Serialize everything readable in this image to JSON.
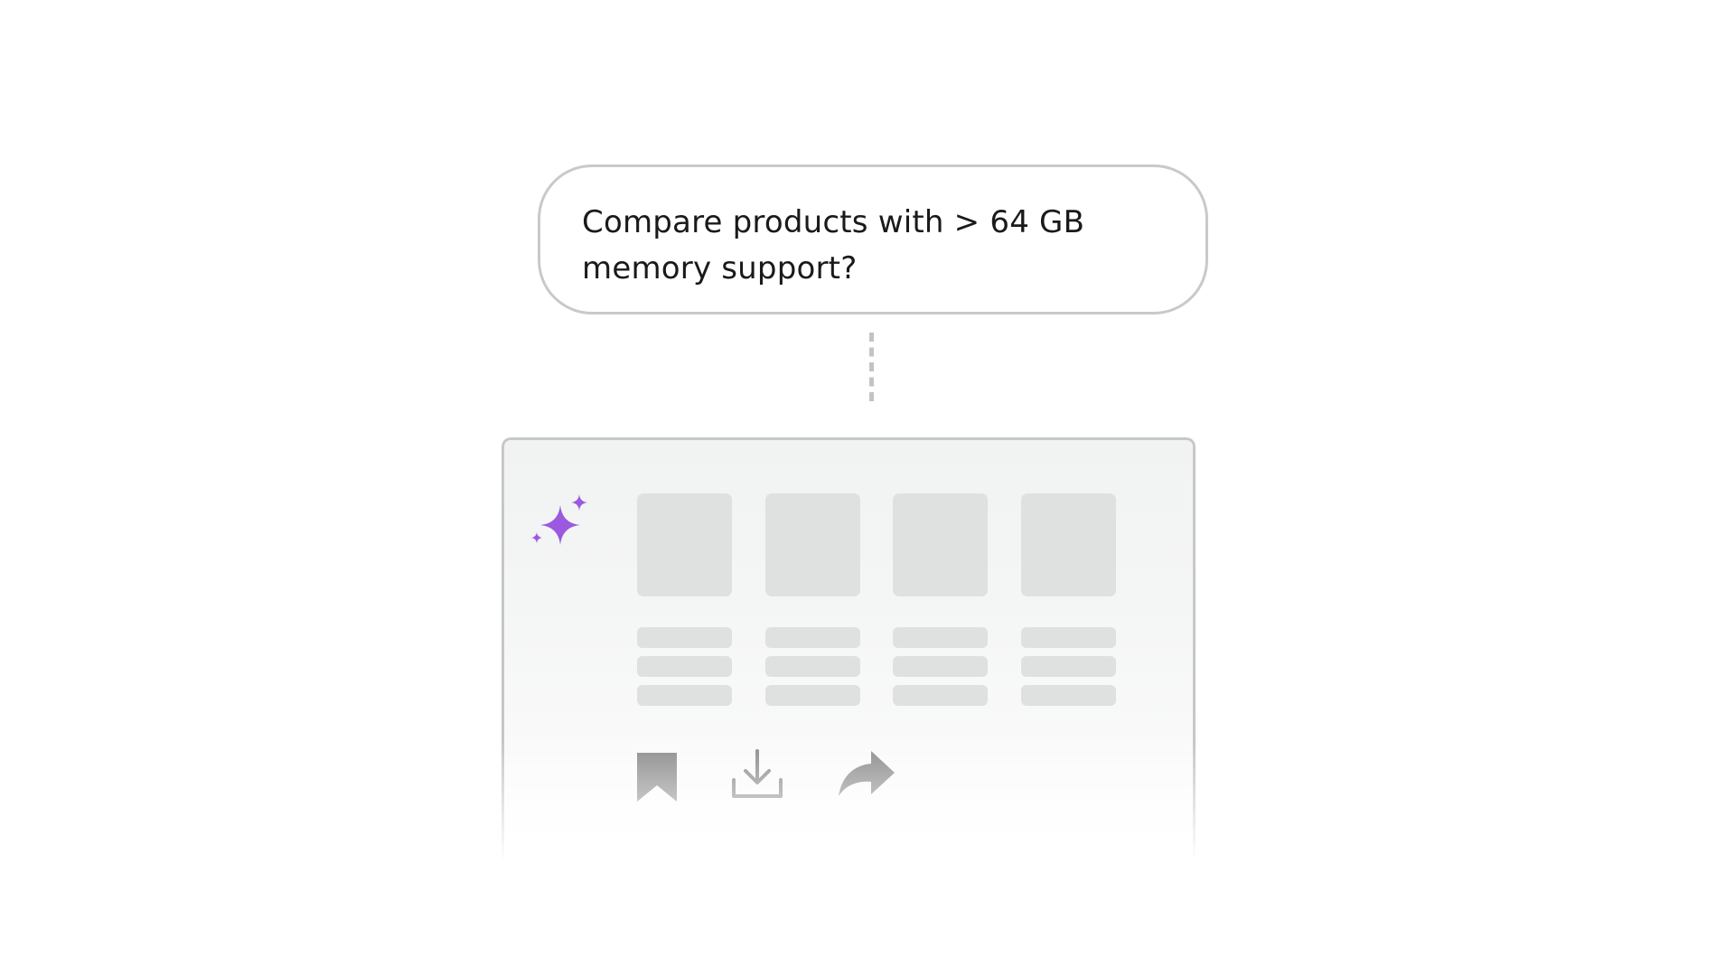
{
  "query": {
    "line1": "Compare products with > 64 GB",
    "line2": "memory support?"
  },
  "colors": {
    "accent": "#9b59e0",
    "placeholder": "#dfe1e1",
    "icon": "#8f8f8f",
    "border": "#c9c9c9"
  },
  "result_card": {
    "products": [
      {
        "slot": 1
      },
      {
        "slot": 2
      },
      {
        "slot": 3
      },
      {
        "slot": 4
      }
    ],
    "actions": [
      {
        "icon": "bookmark-icon"
      },
      {
        "icon": "download-icon"
      },
      {
        "icon": "share-icon"
      }
    ]
  }
}
